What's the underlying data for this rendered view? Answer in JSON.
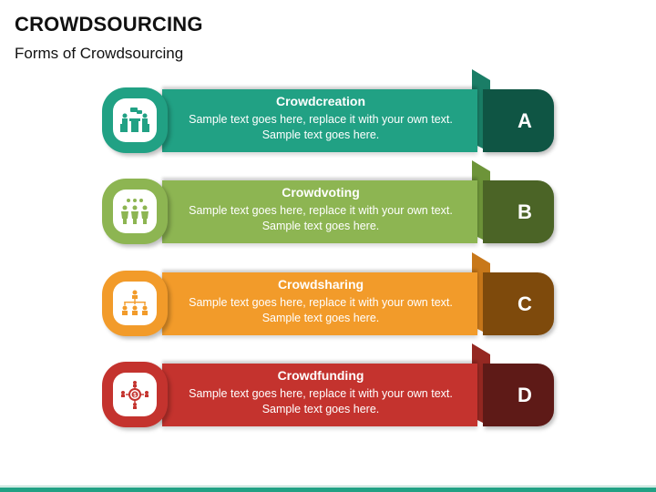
{
  "slide": {
    "title": "CROWDSOURCING",
    "subtitle": "Forms of Crowdsourcing",
    "footer_color": "#21a184"
  },
  "rows": [
    {
      "letter": "A",
      "heading": "Crowdcreation",
      "body": "Sample text goes here, replace it with your own text. Sample text goes here.",
      "icon": "meeting-icon",
      "colors": {
        "main": "#21a184",
        "fold": "#1a7d66",
        "tab": "#0f5544"
      }
    },
    {
      "letter": "B",
      "heading": "Crowdvoting",
      "body": "Sample text goes here, replace it with your own text. Sample text goes here.",
      "icon": "voting-group-icon",
      "colors": {
        "main": "#8db552",
        "fold": "#6d9439",
        "tab": "#4b6426"
      }
    },
    {
      "letter": "C",
      "heading": "Crowdsharing",
      "body": "Sample text goes here, replace it with your own text. Sample text goes here.",
      "icon": "hierarchy-icon",
      "colors": {
        "main": "#f29b2a",
        "fold": "#c8781a",
        "tab": "#7e4a0c"
      }
    },
    {
      "letter": "D",
      "heading": "Crowdfunding",
      "body": "Sample text goes here, replace it with your own text. Sample text goes here.",
      "icon": "funding-network-icon",
      "colors": {
        "main": "#c4332e",
        "fold": "#952822",
        "tab": "#5e1a17"
      }
    }
  ]
}
